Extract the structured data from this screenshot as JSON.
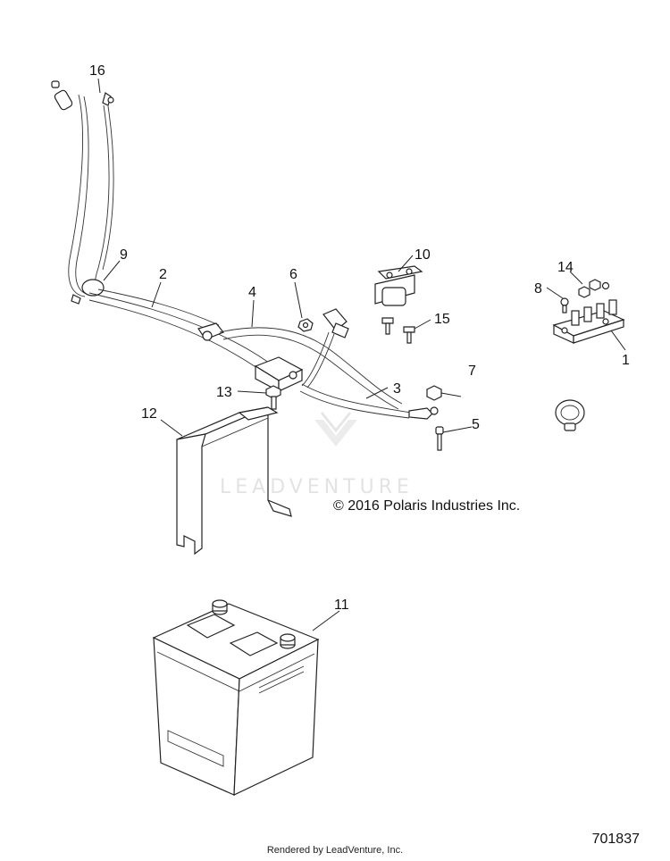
{
  "callouts": {
    "c1": "1",
    "c2": "2",
    "c3": "3",
    "c4": "4",
    "c5": "5",
    "c6": "6",
    "c7": "7",
    "c8": "8",
    "c9": "9",
    "c10": "10",
    "c11": "11",
    "c12": "12",
    "c13": "13",
    "c14": "14",
    "c15": "15",
    "c16": "16"
  },
  "watermark": "LEADVENTURE",
  "copyright": "© 2016 Polaris Industries Inc.",
  "rendered_by": "Rendered by LeadVenture, Inc.",
  "diagram_number": "701837"
}
